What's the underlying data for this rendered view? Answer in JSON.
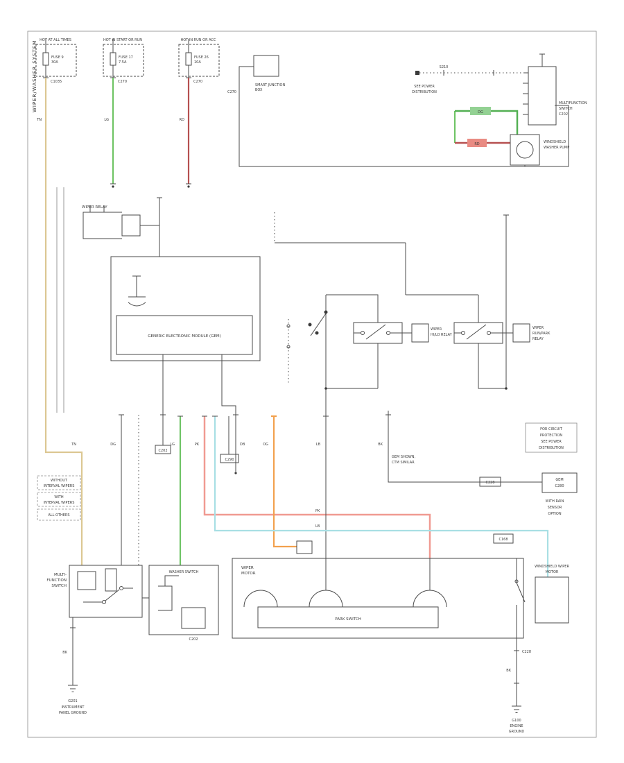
{
  "page": {
    "spine": "WIPER/WASHER SYSTEM"
  },
  "colors": {
    "line": "#4a4a4a",
    "green": "#6fc465",
    "dark_green": "#53b053",
    "red": "#b65050",
    "pink": "#f09a92",
    "orange": "#f2a14e",
    "cyan": "#a8dfe4",
    "tan": "#dcc792",
    "green_label_bg": "#93d193",
    "red_label_bg": "#e98b83"
  },
  "fuses": {
    "f1": {
      "hot": "HOT AT ALL TIMES",
      "name": "FUSE 9",
      "rating": "30A",
      "conn": "C1035",
      "code": "TN"
    },
    "f2": {
      "hot": "HOT IN START OR RUN",
      "name": "FUSE 17",
      "rating": "7.5A",
      "conn": "C270",
      "code": "LG"
    },
    "f3": {
      "hot": "HOT IN RUN OR ACC",
      "name": "FUSE 26",
      "rating": "10A",
      "conn": "C270",
      "code": "RD"
    }
  },
  "top": {
    "sjb1": "SMART JUNCTION",
    "sjb2": "BOX",
    "c270": "C270",
    "power1": "SEE POWER",
    "power2": "DISTRIBUTION",
    "splice": "S210",
    "mfs1": "MULTIFUNCTION",
    "mfs2": "SWITCH",
    "mfs_conn": "C202",
    "green_code": "DG",
    "red_code": "RD",
    "pump1": "WINDSHIELD",
    "pump2": "WASHER PUMP"
  },
  "mid": {
    "relay_label": "WIPER RELAY",
    "gem": "GENERIC ELECTRONIC MODULE (GEM)",
    "hilo1": "WIPER",
    "hilo2": "HI/LO RELAY",
    "runpark1": "WIPER",
    "runpark2": "RUN/PARK",
    "runpark3": "RELAY"
  },
  "codes": {
    "tn": "TN",
    "dg": "DG",
    "lg": "LG",
    "pk": "PK",
    "db": "DB",
    "og": "OG",
    "lb": "LB",
    "bk": "BK",
    "c202": "C202",
    "c290": "C290",
    "c228": "C228",
    "c168": "C168"
  },
  "notes": {
    "box1": "FOR CIRCUIT",
    "box2": "PROTECTION",
    "box3": "SEE POWER",
    "box4": "DISTRIBUTION",
    "gem1": "GEM SHOWN,",
    "gem2": "CTM SIMILAR",
    "rain1": "WITH RAIN",
    "rain2": "SENSOR",
    "rain3": "OPTION",
    "wo1": "WITHOUT",
    "wo2": "INTERVAL WIPERS",
    "w1": "WITH",
    "w2": "INTERVAL WIPERS",
    "ao": "ALL OTHERS",
    "gem_box1": "GEM",
    "gem_box2": "C280"
  },
  "bottom": {
    "mfs1": "MULTI-",
    "mfs2": "FUNCTION",
    "mfs3": "SWITCH",
    "washer": "WASHER SWITCH",
    "wm1": "WIPER",
    "wm2": "MOTOR",
    "park": "PARK SWITCH",
    "motor1": "WINDSHIELD WIPER",
    "motor2": "MOTOR",
    "g201": "G201",
    "g201a": "INSTRUMENT",
    "g201b": "PANEL GROUND",
    "g100": "G100",
    "g100a": "ENGINE",
    "g100b": "GROUND"
  }
}
